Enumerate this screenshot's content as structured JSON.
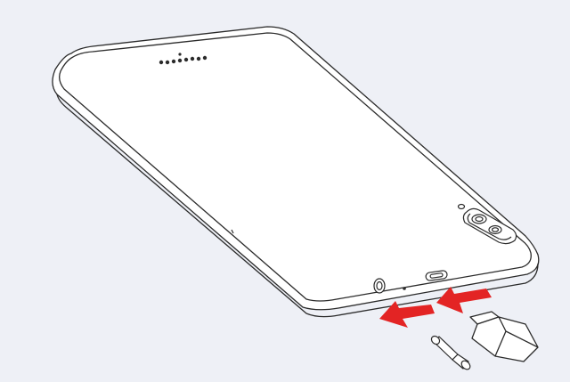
{
  "figure": {
    "subject": "smartphone-back-view",
    "components": [
      "phone-body",
      "speaker-grille",
      "rear-camera",
      "headphone-jack",
      "microphone-hole",
      "usb-port",
      "charger-adapter",
      "headphone-plug"
    ],
    "arrows": [
      {
        "name": "arrow-to-headphone-jack",
        "color": "#e32424"
      },
      {
        "name": "arrow-to-usb-port",
        "color": "#e32424"
      }
    ],
    "colors": {
      "background": "#eef0f6",
      "outline": "#2b2b2b",
      "body": "#ffffff",
      "arrow": "#e32424"
    }
  }
}
